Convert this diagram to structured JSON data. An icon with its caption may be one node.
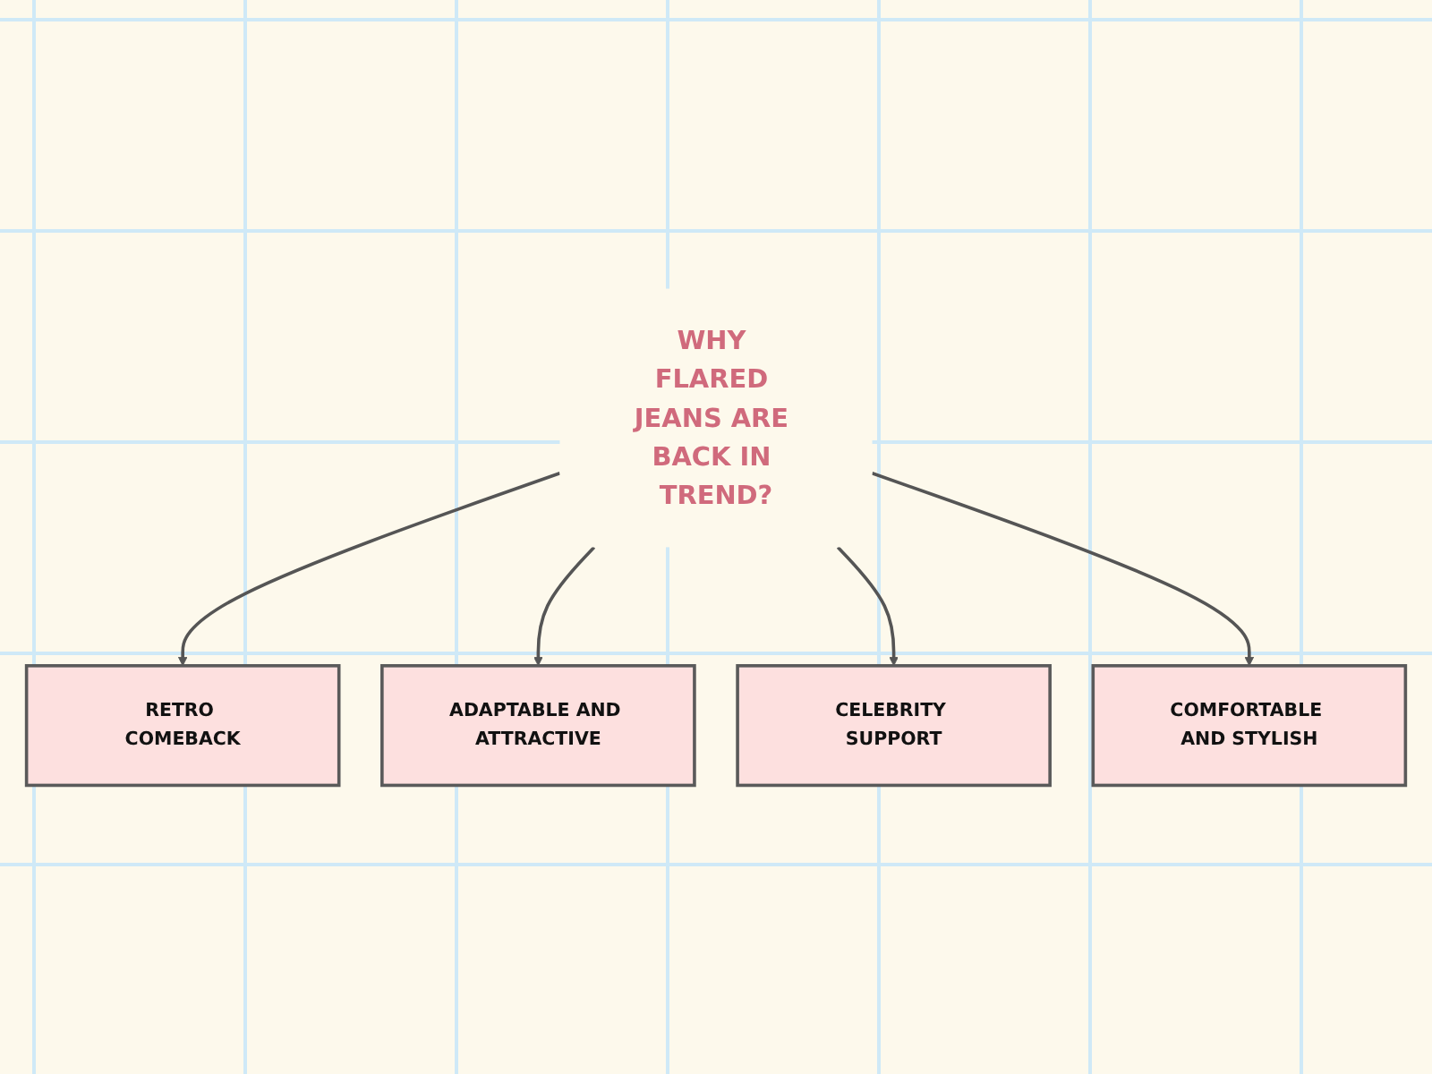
{
  "diagram": {
    "nodes": [
      {
        "text": [
          "RETRO COMEBACK"
        ]
      },
      {
        "text": [
          "ADAPTABLE AND ATTRACTIVE"
        ]
      },
      {
        "text": [
          "WHY FLARED JEANS ARE BACK IN TREND?"
        ]
      },
      {
        "text": [
          "CELEBRITY SUPPORT"
        ]
      },
      {
        "text": [
          "COMFORTABLE AND STYLISH"
        ]
      }
    ],
    "edges": [
      {
        "from": 2,
        "to": 0,
        "arrow": "to"
      },
      {
        "from": 2,
        "to": 1,
        "arrow": "to"
      },
      {
        "from": 2,
        "to": 3,
        "arrow": "to"
      },
      {
        "from": 2,
        "to": 4,
        "arrow": "to"
      }
    ]
  }
}
